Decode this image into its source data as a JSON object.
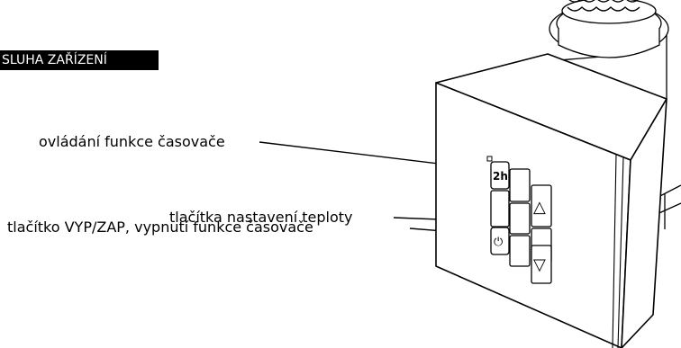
{
  "header": {
    "title": "SLUHA ZAŘÍZENÍ"
  },
  "callouts": {
    "timer_control": "ovládání funkce časovače",
    "temp_buttons": "tlačítka nastavení teploty",
    "power_button": "tlačítko VYP/ZAP, vypnutí funkce časovače"
  },
  "device": {
    "timer_key_text": "2h",
    "up_symbol": "△",
    "down_symbol": "▽",
    "power_symbol": "⏻"
  }
}
